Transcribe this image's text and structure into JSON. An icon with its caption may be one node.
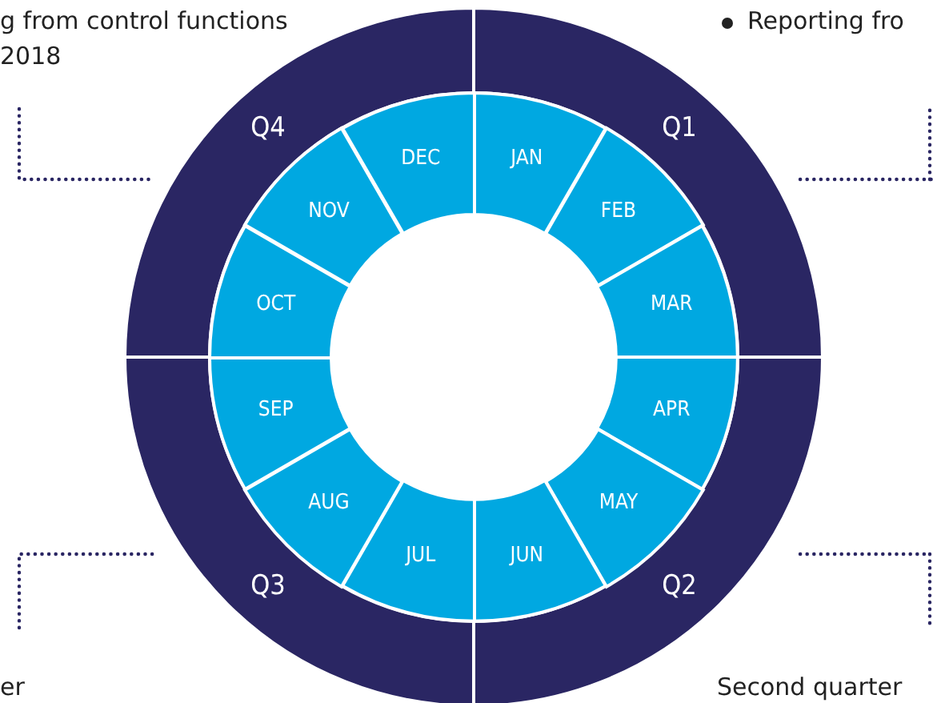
{
  "diagram": {
    "nodes": [
      {
        "text": [
          "Q1"
        ]
      },
      {
        "text": [
          "Q2"
        ]
      },
      {
        "text": [
          "Q3"
        ]
      },
      {
        "text": [
          "Q4"
        ]
      },
      {
        "text": [
          "JAN"
        ]
      },
      {
        "text": [
          "FEB"
        ]
      },
      {
        "text": [
          "MAR"
        ]
      },
      {
        "text": [
          "APR"
        ]
      },
      {
        "text": [
          "MAY"
        ]
      },
      {
        "text": [
          "JUN"
        ]
      },
      {
        "text": [
          "JUL"
        ]
      },
      {
        "text": [
          "AUG"
        ]
      },
      {
        "text": [
          "SEP"
        ]
      },
      {
        "text": [
          "OCT"
        ]
      },
      {
        "text": [
          "NOV"
        ]
      },
      {
        "text": [
          "DEC"
        ]
      }
    ],
    "edges": [],
    "labels": [
      "g from control functions",
      "2018",
      "Reporting fro",
      "er",
      "Second quarter"
    ]
  }
}
